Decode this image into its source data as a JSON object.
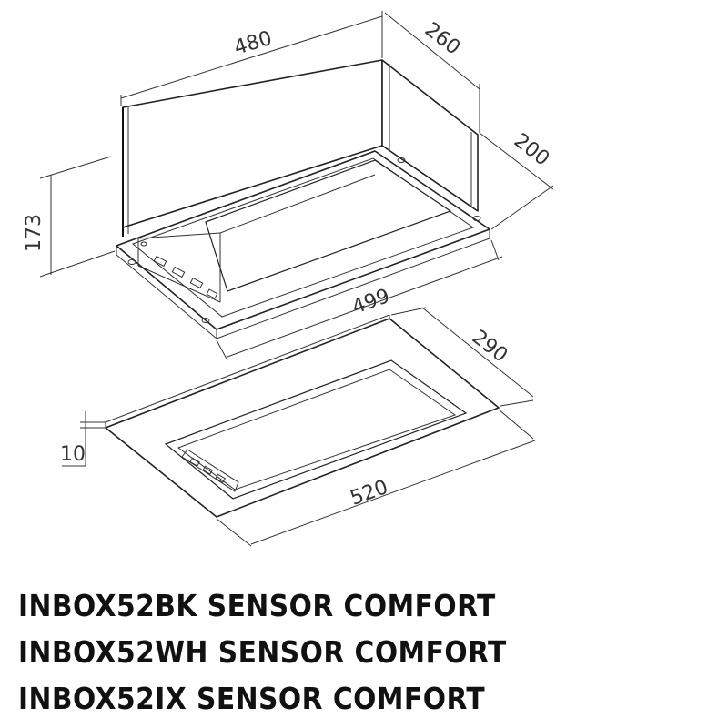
{
  "dimensions": {
    "width_top": "480",
    "depth_top": "260",
    "height_right": "200",
    "height_left": "173",
    "width_flange": "499",
    "depth_panel": "290",
    "panel_thickness": "10",
    "width_panel": "520"
  },
  "models": [
    "INBOX52BK SENSOR COMFORT",
    "INBOX52WH SENSOR COMFORT",
    "INBOX52IX SENSOR COMFORT"
  ]
}
